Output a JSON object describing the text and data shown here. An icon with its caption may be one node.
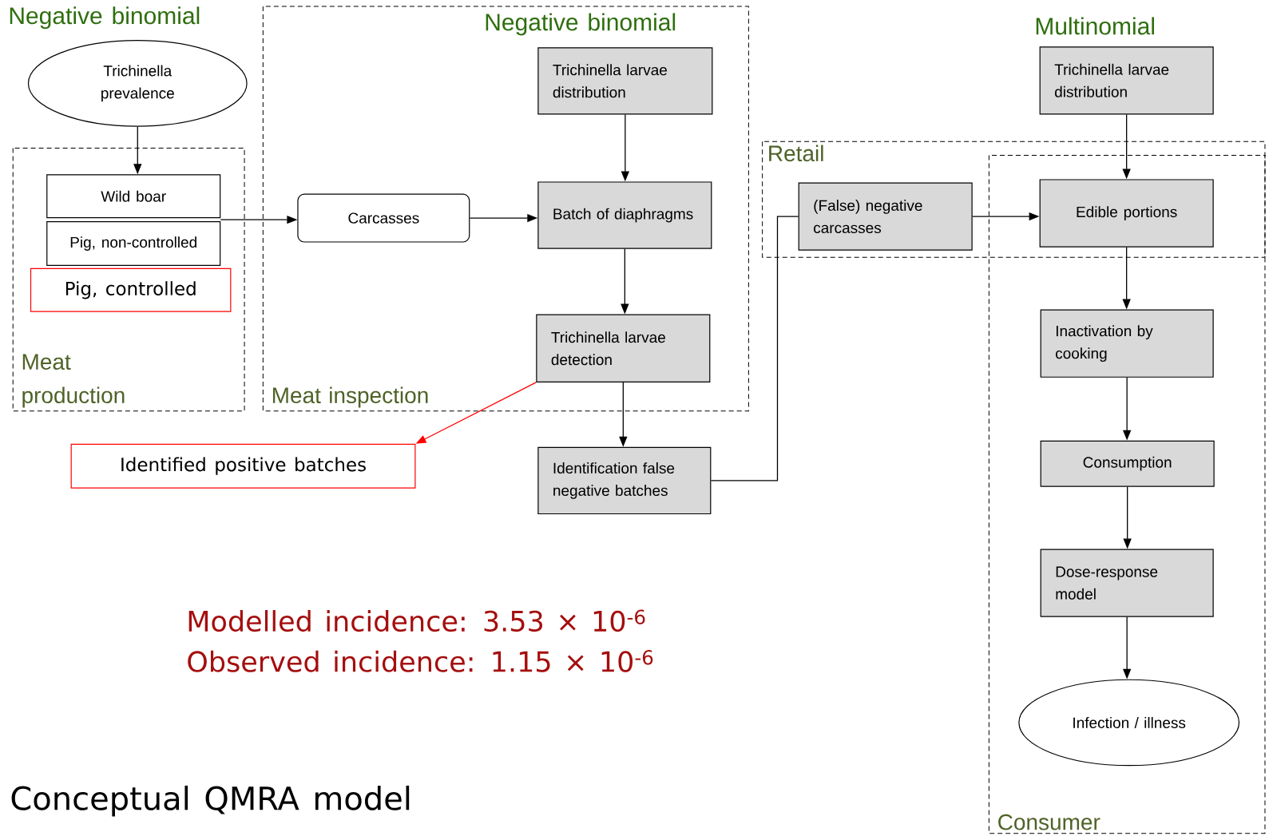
{
  "diagram": {
    "title": "Conceptual QMRA model",
    "nodes": [
      {
        "text": [
          "Meat production"
        ]
      },
      {
        "text": [
          "Trichinella prevalence"
        ],
        "beside": [
          "Negative binomial"
        ]
      },
      {
        "text": [
          "Wild boar"
        ],
        "in": 0
      },
      {
        "text": [
          "Pig, non-controlled"
        ],
        "in": 0
      },
      {
        "text": [
          "Pig, controlled"
        ],
        "in": 0
      },
      {
        "text": [
          "Meat inspection"
        ]
      },
      {
        "text": [
          "Carcasses"
        ],
        "in": 5
      },
      {
        "text": [
          "Trichinella larvae distribution"
        ],
        "in": 5,
        "beside": [
          "Negative binomial"
        ]
      },
      {
        "text": [
          "Batch of diaphragms"
        ],
        "in": 5
      },
      {
        "text": [
          "Trichinella larvae detection"
        ],
        "in": 5
      },
      {
        "text": [
          "Identified positive batches"
        ]
      },
      {
        "text": [
          "Identification false negative batches"
        ]
      },
      {
        "text": [
          "Retail"
        ]
      },
      {
        "text": [
          "(False) negative carcasses"
        ],
        "in": 12
      },
      {
        "text": [
          "Consumer"
        ]
      },
      {
        "text": [
          "Trichinella larvae distribution"
        ],
        "beside": [
          "Multinomial"
        ]
      },
      {
        "text": [
          "Edible portions"
        ]
      },
      {
        "text": [
          "Inactivation by cooking"
        ],
        "in": 14
      },
      {
        "text": [
          "Consumption"
        ],
        "in": 14
      },
      {
        "text": [
          "Dose-response model"
        ],
        "in": 14
      },
      {
        "text": [
          "Infection / illness"
        ],
        "in": 14
      }
    ],
    "edges": [
      {
        "from": 1,
        "to": 2,
        "arrow": "to"
      },
      {
        "from": 2,
        "to": 6,
        "arrow": "to"
      },
      {
        "from": 3,
        "to": 6,
        "arrow": "to"
      },
      {
        "from": 6,
        "to": 8,
        "arrow": "to"
      },
      {
        "from": 7,
        "to": 8,
        "arrow": "to"
      },
      {
        "from": 8,
        "to": 9,
        "arrow": "to"
      },
      {
        "from": 9,
        "to": 11,
        "arrow": "to"
      },
      {
        "from": 9,
        "to": 10,
        "arrow": "to",
        "color": "#ff0000"
      },
      {
        "from": 11,
        "to": 13,
        "arrow": "none"
      },
      {
        "from": 13,
        "to": 16,
        "arrow": "to"
      },
      {
        "from": 15,
        "to": 16,
        "arrow": "to"
      },
      {
        "from": 16,
        "to": 17,
        "arrow": "to"
      },
      {
        "from": 17,
        "to": 18,
        "arrow": "to"
      },
      {
        "from": 18,
        "to": 19,
        "arrow": "to"
      },
      {
        "from": 19,
        "to": 20,
        "arrow": "to"
      }
    ],
    "labels": [
      "Modelled incidence:  3.53 × 10$^{-6}$",
      "Observed incidence:  1.15 × 10$^{-6}$"
    ]
  }
}
